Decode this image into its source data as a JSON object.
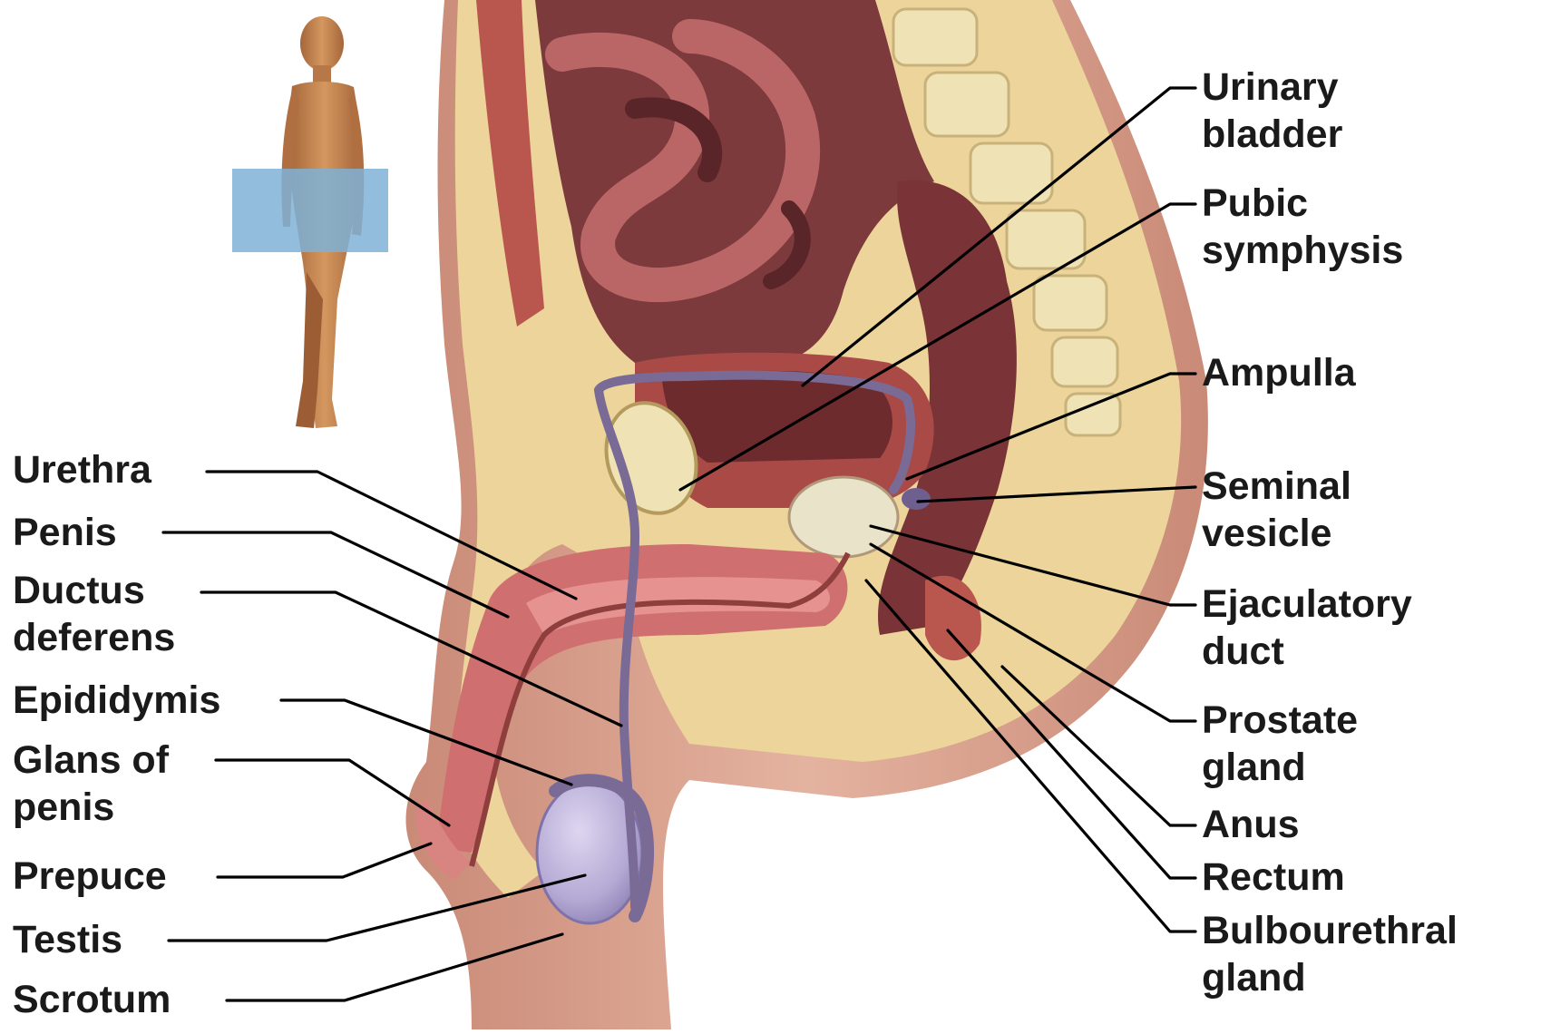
{
  "labels_left": [
    {
      "id": "urethra",
      "lines": [
        "Urethra"
      ]
    },
    {
      "id": "penis",
      "lines": [
        "Penis"
      ]
    },
    {
      "id": "ductus-deferens",
      "lines": [
        "Ductus",
        "deferens"
      ]
    },
    {
      "id": "epididymis",
      "lines": [
        "Epididymis"
      ]
    },
    {
      "id": "glans-of-penis",
      "lines": [
        "Glans of",
        "penis"
      ]
    },
    {
      "id": "prepuce",
      "lines": [
        "Prepuce"
      ]
    },
    {
      "id": "testis",
      "lines": [
        "Testis"
      ]
    },
    {
      "id": "scrotum",
      "lines": [
        "Scrotum"
      ]
    }
  ],
  "labels_right": [
    {
      "id": "urinary-bladder",
      "lines": [
        "Urinary",
        "bladder"
      ]
    },
    {
      "id": "pubic-symphysis",
      "lines": [
        "Pubic",
        "symphysis"
      ]
    },
    {
      "id": "ampulla",
      "lines": [
        "Ampulla"
      ]
    },
    {
      "id": "seminal-vesicle",
      "lines": [
        "Seminal",
        "vesicle"
      ]
    },
    {
      "id": "ejaculatory-duct",
      "lines": [
        "Ejaculatory",
        "duct"
      ]
    },
    {
      "id": "prostate-gland",
      "lines": [
        "Prostate",
        "gland"
      ]
    },
    {
      "id": "anus",
      "lines": [
        "Anus"
      ]
    },
    {
      "id": "rectum",
      "lines": [
        "Rectum"
      ]
    },
    {
      "id": "bulbourethral-gland",
      "lines": [
        "Bulbourethral",
        "gland"
      ]
    }
  ],
  "colors": {
    "skin": "#d9a38f",
    "skin_dark": "#b56f5e",
    "fat": "#ecd49a",
    "muscle": "#b9574f",
    "cavity": "#7c3a3c",
    "bone": "#efe3b6",
    "duct": "#7a6a96",
    "testis": "#b8aed6",
    "section_box": "#7fb2d6",
    "leader_line": "#000000"
  }
}
